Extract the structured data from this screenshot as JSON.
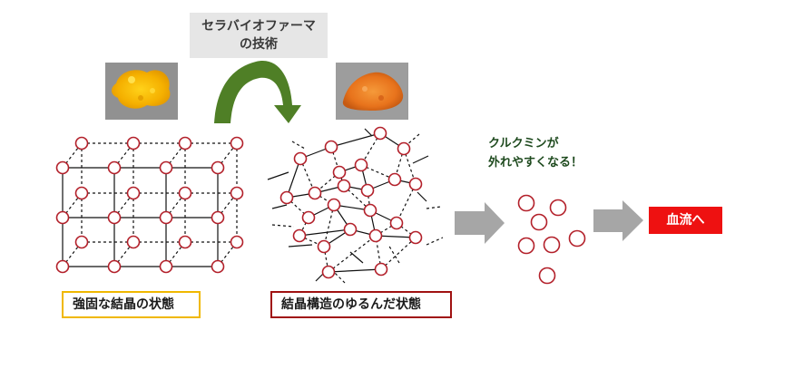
{
  "technology_label": {
    "line1": "セラバイオファーマ",
    "line2": "の技術"
  },
  "strong_crystal_label": "強固な結晶の状態",
  "loose_crystal_label": "結晶構造のゆるんだ状態",
  "release_note": {
    "line1": "クルクミンが",
    "line2": "外れやすくなる！"
  },
  "bloodstream_label": "血流へ",
  "colors": {
    "node_stroke": "#b3202a",
    "curved_arrow": "#4f7f26",
    "gray_arrow": "#a6a6a6",
    "strong_label_border": "#f0b800",
    "loose_label_border": "#a01212",
    "bloodstream_fill": "#ee1111",
    "powder_before": "#f5b800",
    "powder_after": "#e8731c"
  },
  "icons": [
    "curved-green-arrow",
    "gray-block-arrow",
    "gray-block-arrow",
    "circle-node"
  ]
}
